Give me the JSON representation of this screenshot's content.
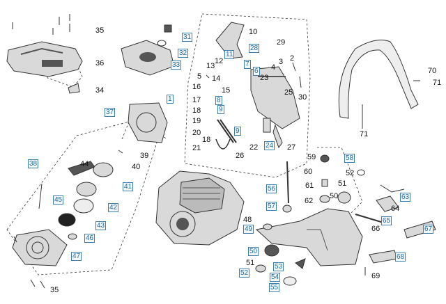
{
  "diagram": {
    "callouts": [
      {
        "id": "35a",
        "text": "35",
        "boxed": false
      },
      {
        "id": "36",
        "text": "36",
        "boxed": false
      },
      {
        "id": "34",
        "text": "34",
        "boxed": false
      },
      {
        "id": "31",
        "text": "31",
        "boxed": true
      },
      {
        "id": "32",
        "text": "32",
        "boxed": true
      },
      {
        "id": "33",
        "text": "33",
        "boxed": true
      },
      {
        "id": "10",
        "text": "10",
        "boxed": false
      },
      {
        "id": "11",
        "text": "11",
        "boxed": true
      },
      {
        "id": "28",
        "text": "28",
        "boxed": true
      },
      {
        "id": "29",
        "text": "29",
        "boxed": false
      },
      {
        "id": "12",
        "text": "12",
        "boxed": false
      },
      {
        "id": "13",
        "text": "13",
        "boxed": false
      },
      {
        "id": "3",
        "text": "3",
        "boxed": false
      },
      {
        "id": "2",
        "text": "2",
        "boxed": false
      },
      {
        "id": "7",
        "text": "7",
        "boxed": true
      },
      {
        "id": "4",
        "text": "4",
        "boxed": false
      },
      {
        "id": "5",
        "text": "5",
        "boxed": false
      },
      {
        "id": "14",
        "text": "14",
        "boxed": false
      },
      {
        "id": "6",
        "text": "6",
        "boxed": true
      },
      {
        "id": "23",
        "text": "23",
        "boxed": false
      },
      {
        "id": "30",
        "text": "30",
        "boxed": false
      },
      {
        "id": "16",
        "text": "16",
        "boxed": false
      },
      {
        "id": "15",
        "text": "15",
        "boxed": false
      },
      {
        "id": "25",
        "text": "25",
        "boxed": false
      },
      {
        "id": "1",
        "text": "1",
        "boxed": true
      },
      {
        "id": "17",
        "text": "17",
        "boxed": false
      },
      {
        "id": "8",
        "text": "8",
        "boxed": true
      },
      {
        "id": "18",
        "text": "18",
        "boxed": false
      },
      {
        "id": "9a",
        "text": "9",
        "boxed": true
      },
      {
        "id": "19",
        "text": "19",
        "boxed": false
      },
      {
        "id": "20",
        "text": "20",
        "boxed": false
      },
      {
        "id": "9b",
        "text": "9",
        "boxed": true
      },
      {
        "id": "18b",
        "text": "18",
        "boxed": false
      },
      {
        "id": "24",
        "text": "24",
        "boxed": true
      },
      {
        "id": "22",
        "text": "22",
        "boxed": false
      },
      {
        "id": "27",
        "text": "27",
        "boxed": false
      },
      {
        "id": "21",
        "text": "21",
        "boxed": false
      },
      {
        "id": "26",
        "text": "26",
        "boxed": false
      },
      {
        "id": "37",
        "text": "37",
        "boxed": true
      },
      {
        "id": "39",
        "text": "39",
        "boxed": false
      },
      {
        "id": "40",
        "text": "40",
        "boxed": false
      },
      {
        "id": "38",
        "text": "38",
        "boxed": true
      },
      {
        "id": "44",
        "text": "44",
        "boxed": false
      },
      {
        "id": "41",
        "text": "41",
        "boxed": true
      },
      {
        "id": "45",
        "text": "45",
        "boxed": true
      },
      {
        "id": "42",
        "text": "42",
        "boxed": true
      },
      {
        "id": "43",
        "text": "43",
        "boxed": true
      },
      {
        "id": "46",
        "text": "46",
        "boxed": true
      },
      {
        "id": "47",
        "text": "47",
        "boxed": true
      },
      {
        "id": "35b",
        "text": "35",
        "boxed": false
      },
      {
        "id": "70",
        "text": "70",
        "boxed": false
      },
      {
        "id": "71a",
        "text": "71",
        "boxed": false
      },
      {
        "id": "71b",
        "text": "71",
        "boxed": false
      },
      {
        "id": "59",
        "text": "59",
        "boxed": false
      },
      {
        "id": "58",
        "text": "58",
        "boxed": true
      },
      {
        "id": "60",
        "text": "60",
        "boxed": false
      },
      {
        "id": "52",
        "text": "52",
        "boxed": false
      },
      {
        "id": "61",
        "text": "61",
        "boxed": false
      },
      {
        "id": "51a",
        "text": "51",
        "boxed": false
      },
      {
        "id": "56",
        "text": "56",
        "boxed": true
      },
      {
        "id": "63",
        "text": "63",
        "boxed": true
      },
      {
        "id": "50a",
        "text": "50",
        "boxed": false
      },
      {
        "id": "62",
        "text": "62",
        "boxed": false
      },
      {
        "id": "57",
        "text": "57",
        "boxed": true
      },
      {
        "id": "64",
        "text": "64",
        "boxed": false
      },
      {
        "id": "65",
        "text": "65",
        "boxed": true
      },
      {
        "id": "48",
        "text": "48",
        "boxed": false
      },
      {
        "id": "66",
        "text": "66",
        "boxed": false
      },
      {
        "id": "67",
        "text": "67",
        "boxed": true
      },
      {
        "id": "49",
        "text": "49",
        "boxed": true
      },
      {
        "id": "50b",
        "text": "50",
        "boxed": true
      },
      {
        "id": "68",
        "text": "68",
        "boxed": true
      },
      {
        "id": "51b",
        "text": "51",
        "boxed": false
      },
      {
        "id": "53",
        "text": "53",
        "boxed": true
      },
      {
        "id": "52b",
        "text": "52",
        "boxed": true
      },
      {
        "id": "54",
        "text": "54",
        "boxed": true
      },
      {
        "id": "69",
        "text": "69",
        "boxed": false
      },
      {
        "id": "55",
        "text": "55",
        "boxed": true
      }
    ]
  },
  "colors": {
    "line": "#333333",
    "part_fill": "#d9d9d9",
    "part_dark": "#555555",
    "callout_border": "#3e7fb0",
    "callout_text": "#1f6a9e"
  }
}
